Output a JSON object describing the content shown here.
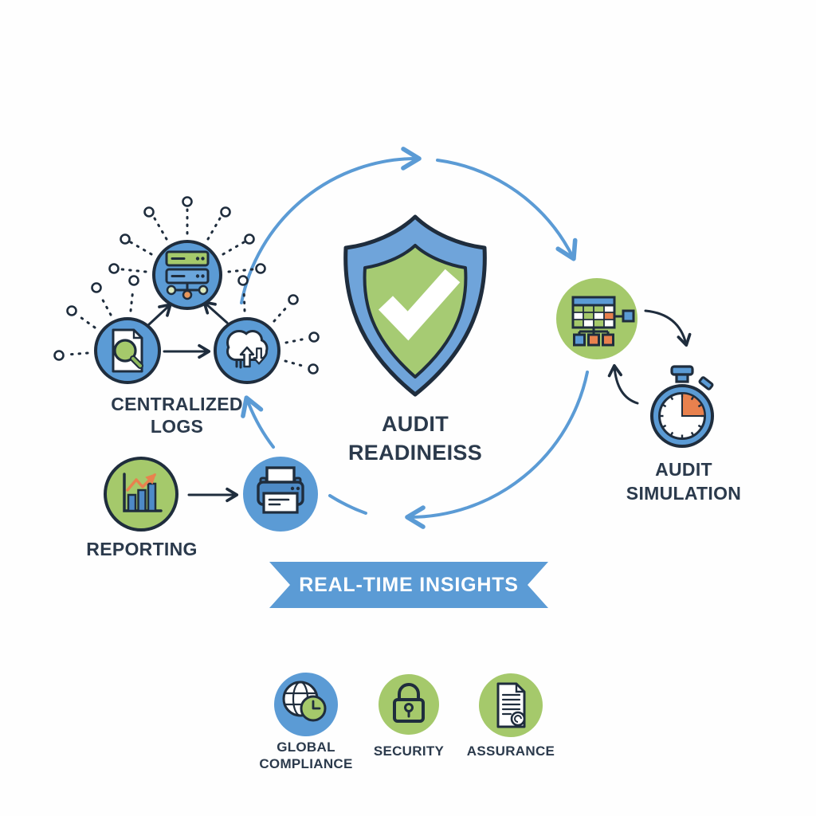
{
  "title": "Audit Readiness process diagram",
  "colors": {
    "blue": "#5B9BD5",
    "blue_dark": "#4D8AC6",
    "green": "#A5C96B",
    "dark_outline": "#1F2D3D",
    "orange": "#E8814E",
    "text": "#2B3A4C",
    "white": "#FFFFFF"
  },
  "center": {
    "line1": "AUDIT",
    "line2": "READINEISS"
  },
  "centralized_logs": {
    "line1": "CENTRALIZED",
    "line2": "LOGS"
  },
  "audit_simulation": {
    "line1": "AUDIT",
    "line2": "SIMULATION"
  },
  "reporting": {
    "label": "REPORTING"
  },
  "ribbon": {
    "label": "REAL-TIME INSIGHTS"
  },
  "footer": {
    "global_compliance": {
      "line1": "GLOBAL",
      "line2": "COMPLIANCE"
    },
    "security": {
      "label": "SECURITY"
    },
    "assurance": {
      "label": "ASSURANCE"
    }
  },
  "icons": {
    "shield": "shield-check-icon",
    "server": "server-network-icon",
    "document_search": "document-search-icon",
    "cloud": "cloud-transfer-icon",
    "process_table": "audit-plan-table-icon",
    "stopwatch": "stopwatch-icon",
    "bar_chart": "bar-chart-icon",
    "printer": "printer-icon",
    "globe_clock": "globe-clock-icon",
    "lock": "padlock-icon",
    "certificate": "certified-document-icon"
  }
}
